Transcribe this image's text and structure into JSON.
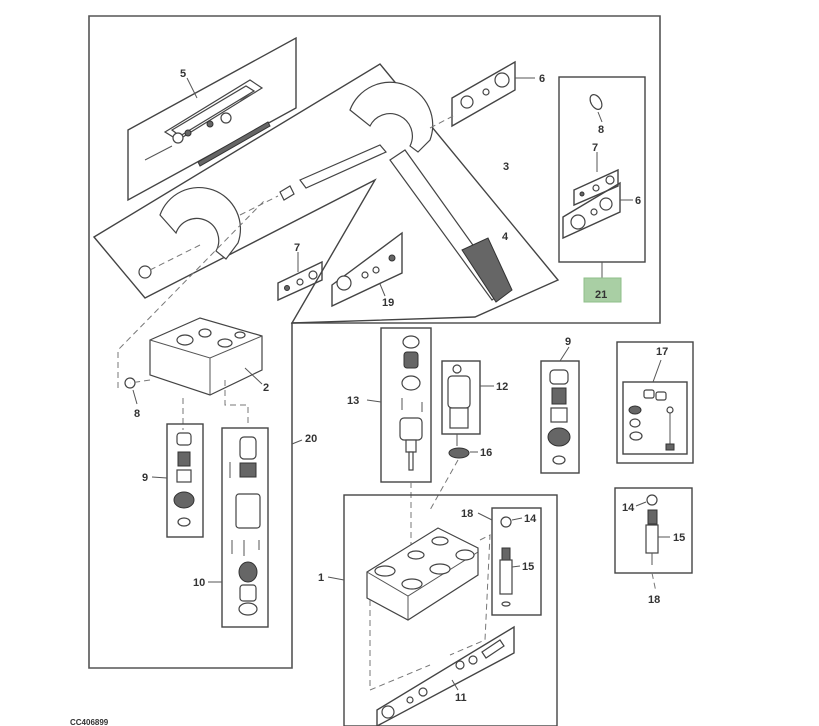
{
  "diagram": {
    "type": "exploded-parts-diagram",
    "figure_id": "CC406899",
    "highlight_color": "#a9cfa4",
    "callouts": {
      "c1": "1",
      "c2": "2",
      "c3": "3",
      "c4": "4",
      "c5": "5",
      "c6a": "6",
      "c6b": "6",
      "c7a": "7",
      "c7b": "7",
      "c8a": "8",
      "c8b": "8",
      "c9a": "9",
      "c9b": "9",
      "c10": "10",
      "c11": "11",
      "c12": "12",
      "c13": "13",
      "c14a": "14",
      "c14b": "14",
      "c15a": "15",
      "c15b": "15",
      "c16": "16",
      "c17": "17",
      "c18a": "18",
      "c18b": "18",
      "c19": "19",
      "c20": "20",
      "c21": "21"
    },
    "highlighted_callout": "21"
  }
}
